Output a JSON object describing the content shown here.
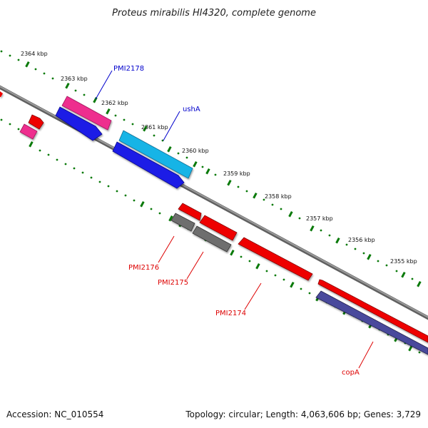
{
  "title": "Proteus mirabilis HI4320, complete genome",
  "footer": {
    "accession": "Accession: NC_010554",
    "summary": "Topology: circular; Length: 4,063,606 bp; Genes: 3,729"
  },
  "ticks": [
    "2364 kbp",
    "2363 kbp",
    "2362 kbp",
    "2361 kbp",
    "2360 kbp",
    "2359 kbp",
    "2358 kbp",
    "2357 kbp",
    "2356 kbp",
    "2355 kbp"
  ],
  "labels": {
    "pmi2178": "PMI2178",
    "usha": "ushA",
    "pmi2176": "PMI2176",
    "pmi2175": "PMI2175",
    "pmi2174": "PMI2174",
    "copa": "copA"
  },
  "colors": {
    "backbone": "#808080",
    "tick_dots": "#0a7a0a",
    "red_gene": "#ee0000",
    "pink_gene": "#ee2f8e",
    "cyan_gene": "#19b4e6",
    "blue_gene": "#1a1ae6",
    "gray_gene": "#6e6e6e",
    "purple_gene": "#4a4a9c",
    "label_blue": "#0000cc",
    "label_red": "#dd0000"
  }
}
